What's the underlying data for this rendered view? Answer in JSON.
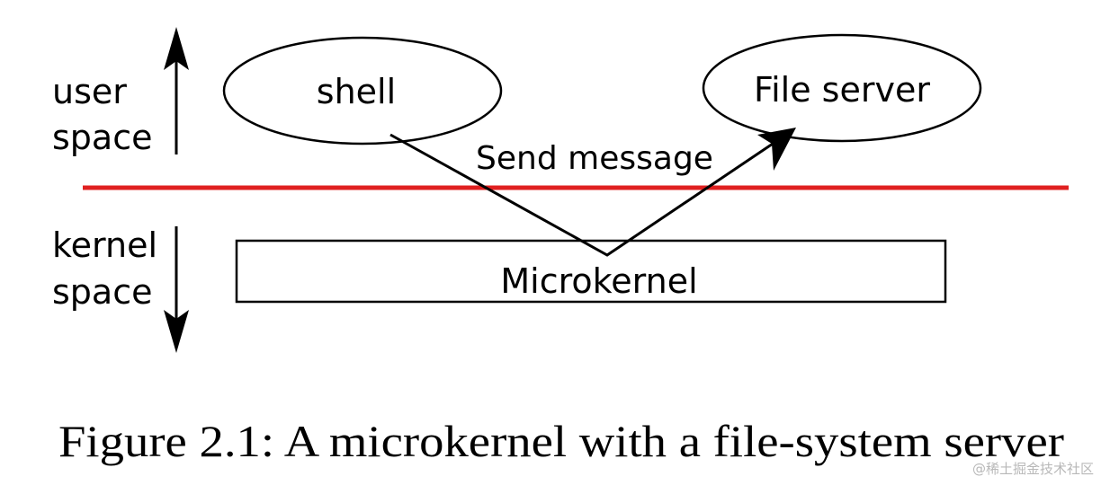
{
  "diagram": {
    "labels": {
      "user_line1": "user",
      "user_line2": "space",
      "kernel_line1": "kernel",
      "kernel_line2": "space"
    },
    "nodes": {
      "shell": "shell",
      "file_server": "File server",
      "microkernel": "Microkernel"
    },
    "edge_label": "Send message",
    "caption": "Figure 2.1: A microkernel with a file-system server",
    "boundary_color": "#e02020"
  },
  "watermark": "@稀土掘金技术社区"
}
